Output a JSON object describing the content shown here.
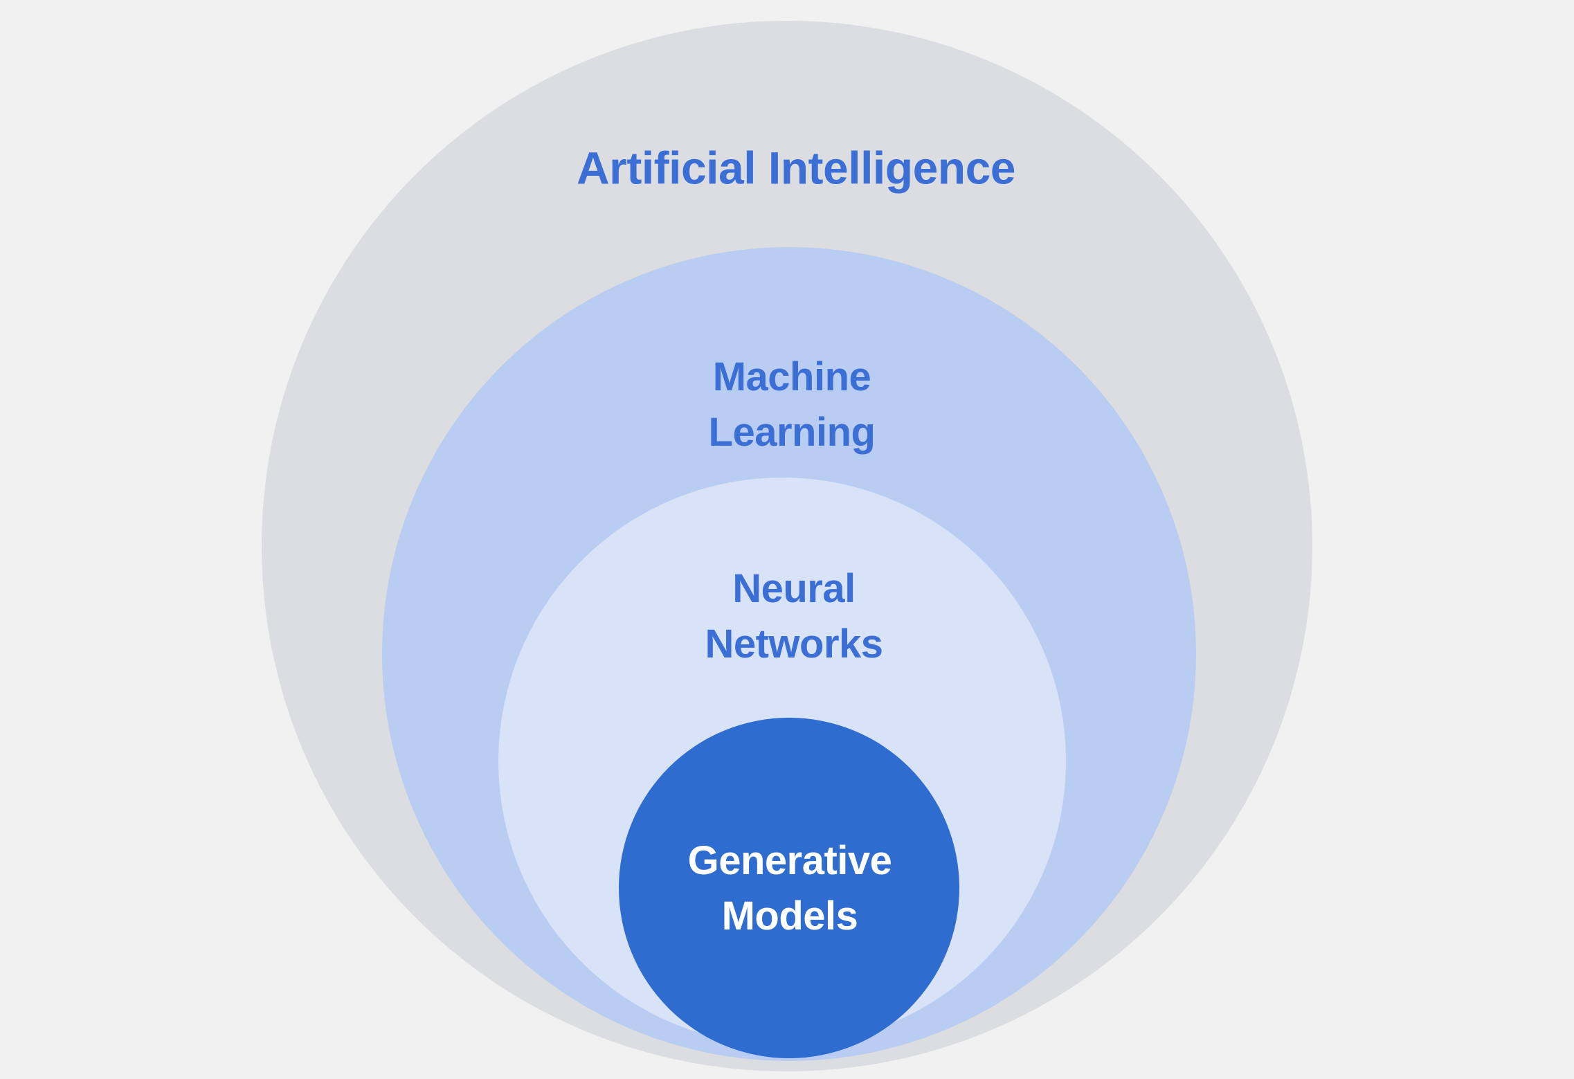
{
  "diagram": {
    "title": "Nested hierarchy of AI concepts",
    "background_color": "#f1f1f2",
    "label_blue": "#3b6fd6",
    "rings": [
      {
        "id": "artificial-intelligence",
        "label": "Artificial Intelligence",
        "lines": [
          "Artificial Intelligence"
        ],
        "fill": "#dcdde0",
        "text_color": "#3b6fd6"
      },
      {
        "id": "machine-learning",
        "label": "Machine Learning",
        "lines": [
          "Machine",
          "Learning"
        ],
        "fill": "#b8cdf1",
        "text_color": "#3b6fd6"
      },
      {
        "id": "neural-networks",
        "label": "Neural Networks",
        "lines": [
          "Neural",
          "Networks"
        ],
        "fill": "#d9e3f7",
        "text_color": "#3b6fd6"
      },
      {
        "id": "generative-models",
        "label": "Generative Models",
        "lines": [
          "Generative",
          "Models"
        ],
        "fill": "#2f6cd0",
        "text_color": "#ffffff"
      }
    ]
  }
}
